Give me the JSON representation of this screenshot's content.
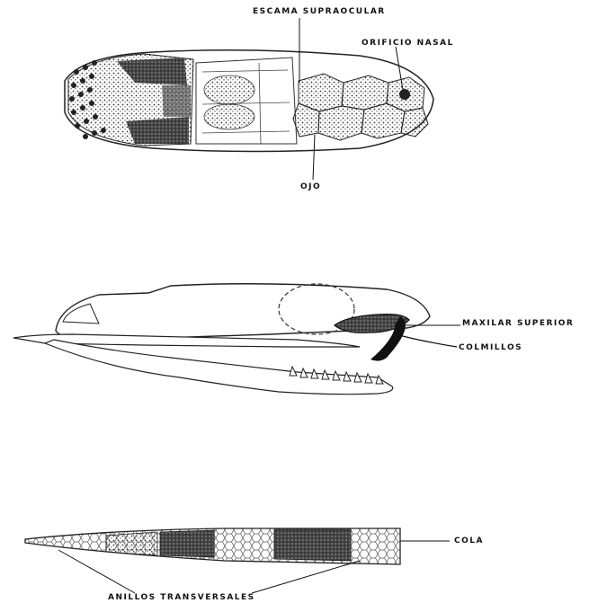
{
  "labels": {
    "escama_supraocular": "ESCAMA SUPRAOCULAR",
    "orificio_nasal": "ORIFICIO NASAL",
    "ojo": "OJO",
    "maxilar_superior": "MAXILAR SUPERIOR",
    "colmillos": "COLMILLOS",
    "cola": "COLA",
    "anillos_transversales": "ANILLOS TRANSVERSALES"
  }
}
